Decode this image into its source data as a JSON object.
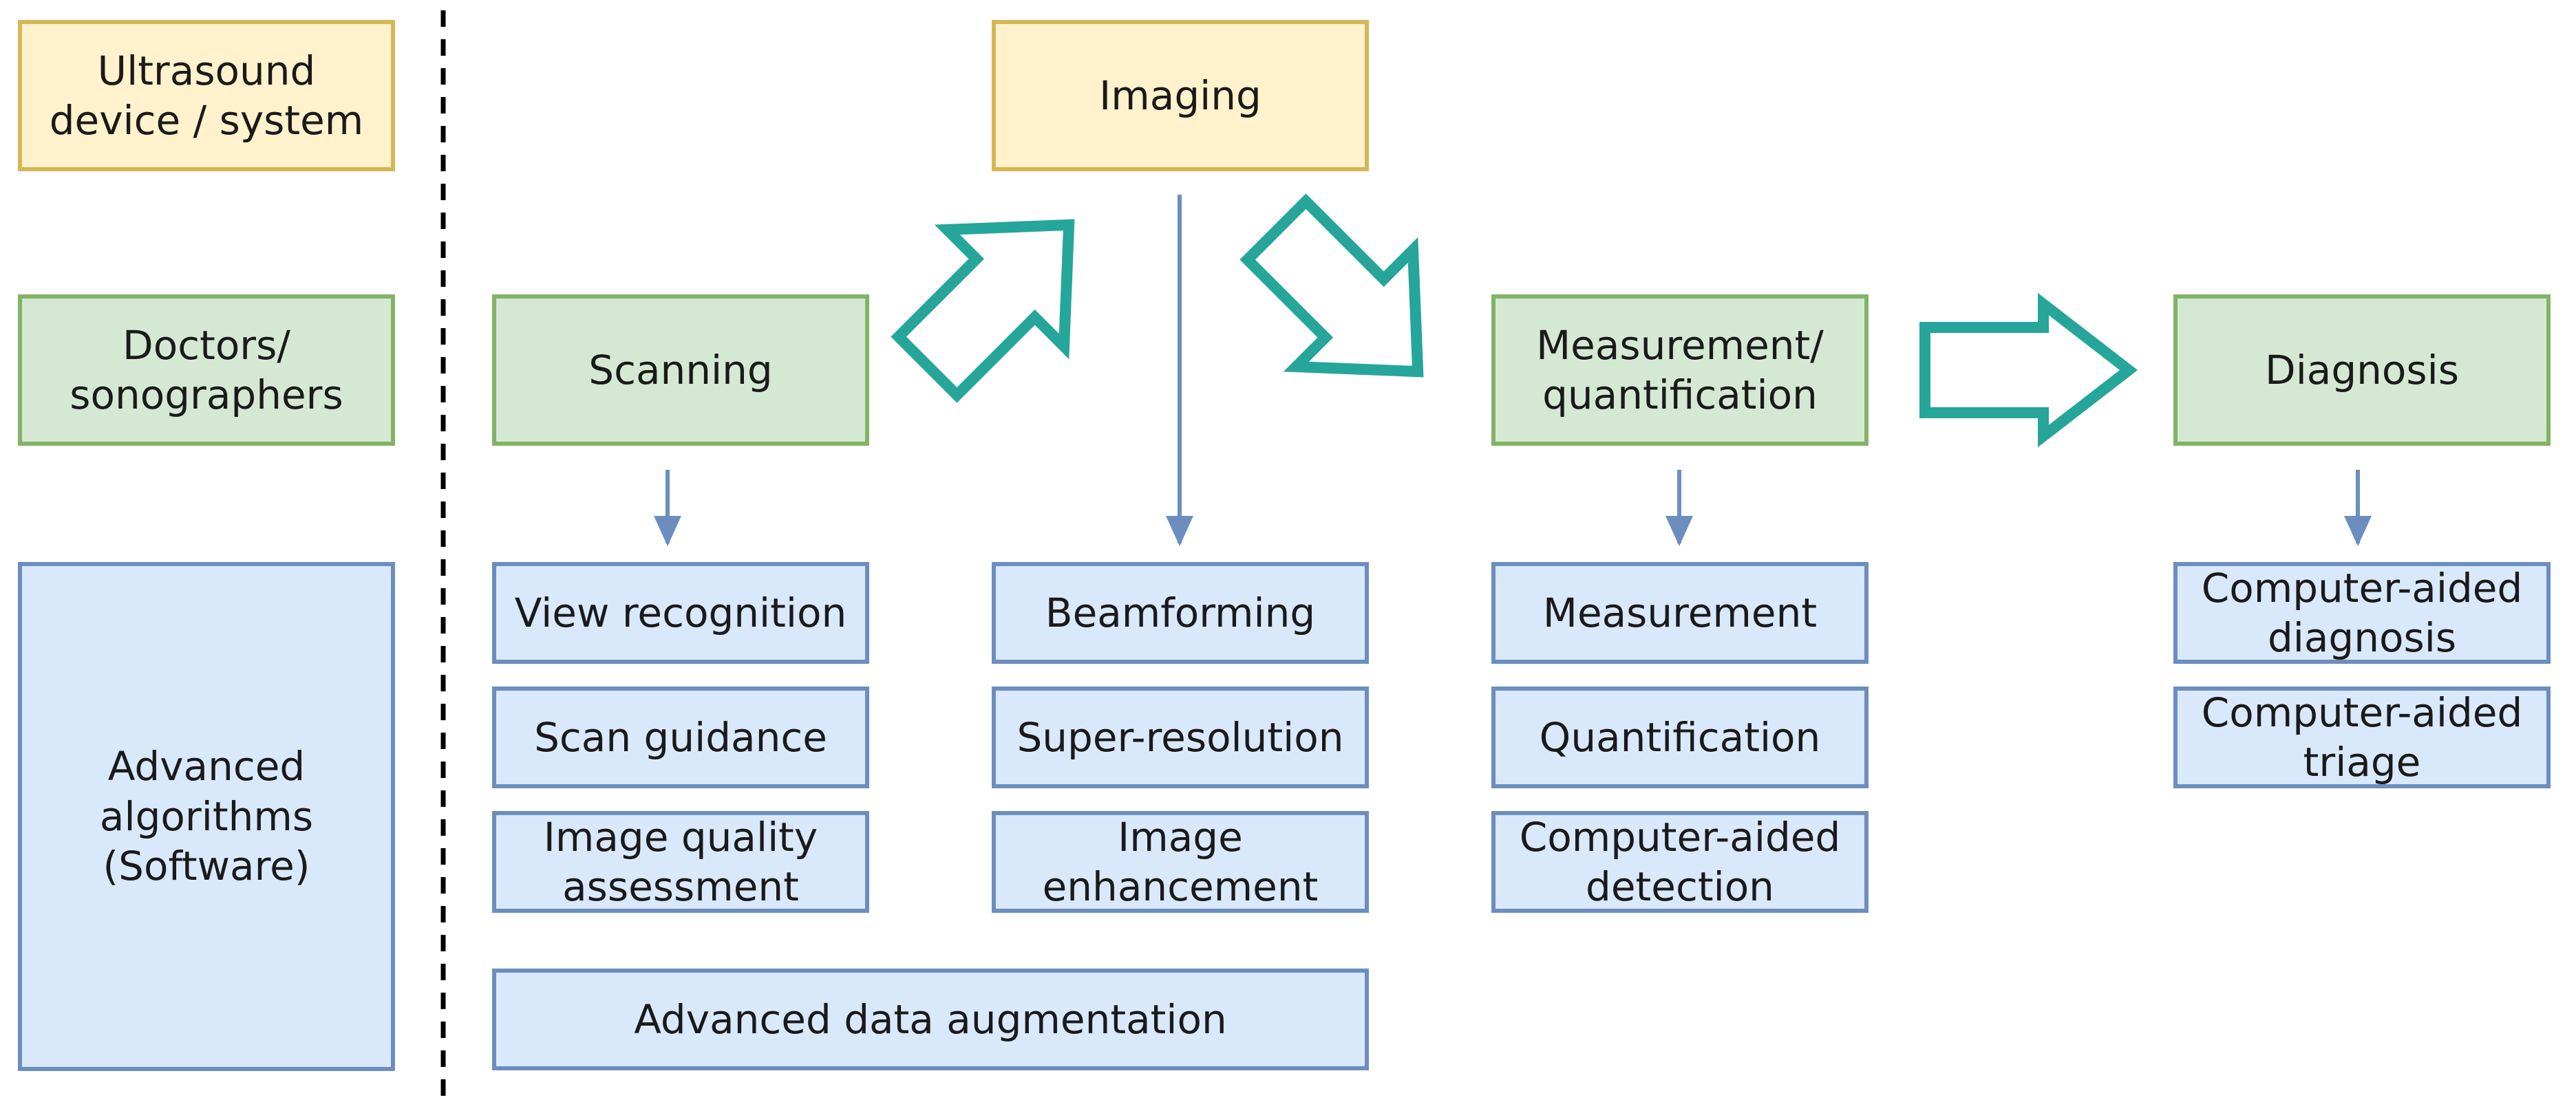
{
  "legend": {
    "device": "Ultrasound\ndevice / system",
    "doctors": "Doctors/\nsonographers",
    "algorithms": "Advanced\nalgorithms\n(Software)"
  },
  "workflow": {
    "imaging": "Imaging",
    "scanning": "Scanning",
    "measurement": "Measurement/\nquantification",
    "diagnosis": "Diagnosis"
  },
  "algorithms": {
    "scanning": [
      "View recognition",
      "Scan guidance",
      "Image quality\nassessment"
    ],
    "imaging": [
      "Beamforming",
      "Super-resolution",
      "Image\nenhancement"
    ],
    "measurement": [
      "Measurement",
      "Quantification",
      "Computer-aided\ndetection"
    ],
    "diagnosis": [
      "Computer-aided\ndiagnosis",
      "Computer-aided\ntriage"
    ],
    "shared": "Advanced data augmentation"
  },
  "colors": {
    "device_fill": "#fff2cc",
    "device_border": "#d6b656",
    "human_fill": "#d5e8d4",
    "human_border": "#82b366",
    "software_fill": "#dae8fc",
    "software_border": "#6c8ebf",
    "flow_arrow": "#26a69a",
    "link_arrow": "#6c8ebf",
    "divider": "#000000"
  }
}
